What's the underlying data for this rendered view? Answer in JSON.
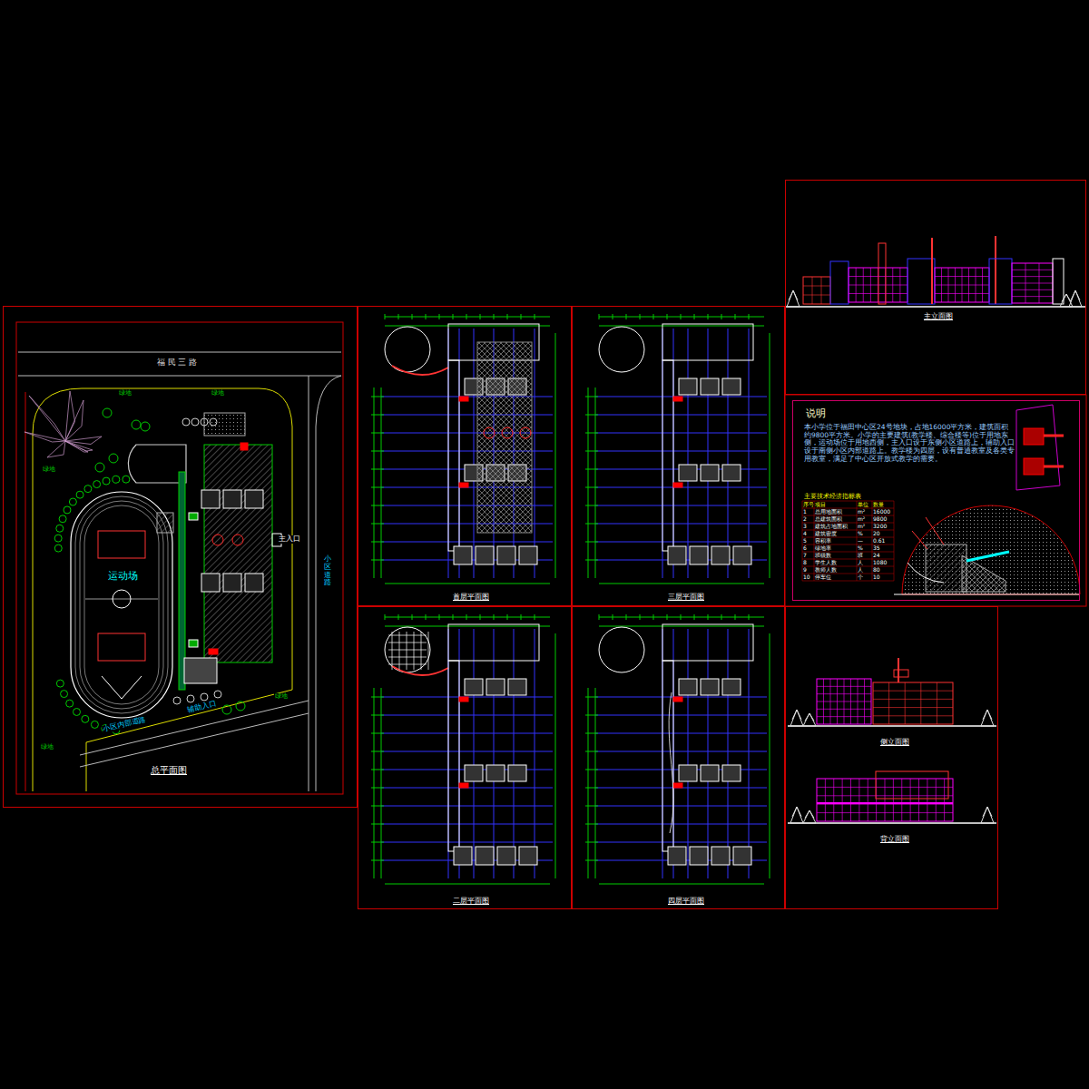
{
  "diagram": {
    "nodes": [
      {
        "text": [
          "总平面图"
        ]
      },
      {
        "text": [
          "运动场"
        ],
        "in": 0
      },
      {
        "text": [
          "首层平面图"
        ]
      },
      {
        "text": [
          "三层平面图"
        ]
      },
      {
        "text": [
          "二层平面图"
        ]
      },
      {
        "text": [
          "四层平面图"
        ]
      },
      {
        "text": [
          "主立面图"
        ]
      },
      {
        "text": [
          "说明",
          "本小学位于福田中心区24号地块，占地16000平方米，建筑面积约9800平方米。小学的主要建筑(教学楼、综合楼等)位于用地东侧，运动场位于用地西侧，主入口设于东侧小区道路上，辅助入口设于南侧小区内部道路上。教学楼为四层，设有普通教室及各类专用教室，满足了中心区开放式教学的需要。"
        ]
      },
      {
        "text": [
          "主要技术经济指标表"
        ],
        "in": 7
      },
      {
        "text": [
          "侧立面图",
          "背立面图"
        ]
      }
    ],
    "labels": [
      "福 民 三 路",
      "主入口",
      "小区道路",
      "小区内部道路",
      "辅助入口",
      "绿地",
      "绿地",
      "绿地",
      "绿地",
      "绿地",
      "序号",
      "项目",
      "单位",
      "数量",
      "1",
      "总用地面积",
      "m²",
      "16000",
      "2",
      "总建筑面积",
      "m²",
      "9800",
      "3",
      "建筑占地面积",
      "m²",
      "3200",
      "4",
      "建筑密度",
      "%",
      "20",
      "5",
      "容积率",
      "—",
      "0.61",
      "6",
      "绿地率",
      "%",
      "35",
      "7",
      "班级数",
      "班",
      "24",
      "8",
      "学生人数",
      "人",
      "1080",
      "9",
      "教师人数",
      "人",
      "80",
      "10",
      "停车位",
      "个",
      "10"
    ]
  }
}
